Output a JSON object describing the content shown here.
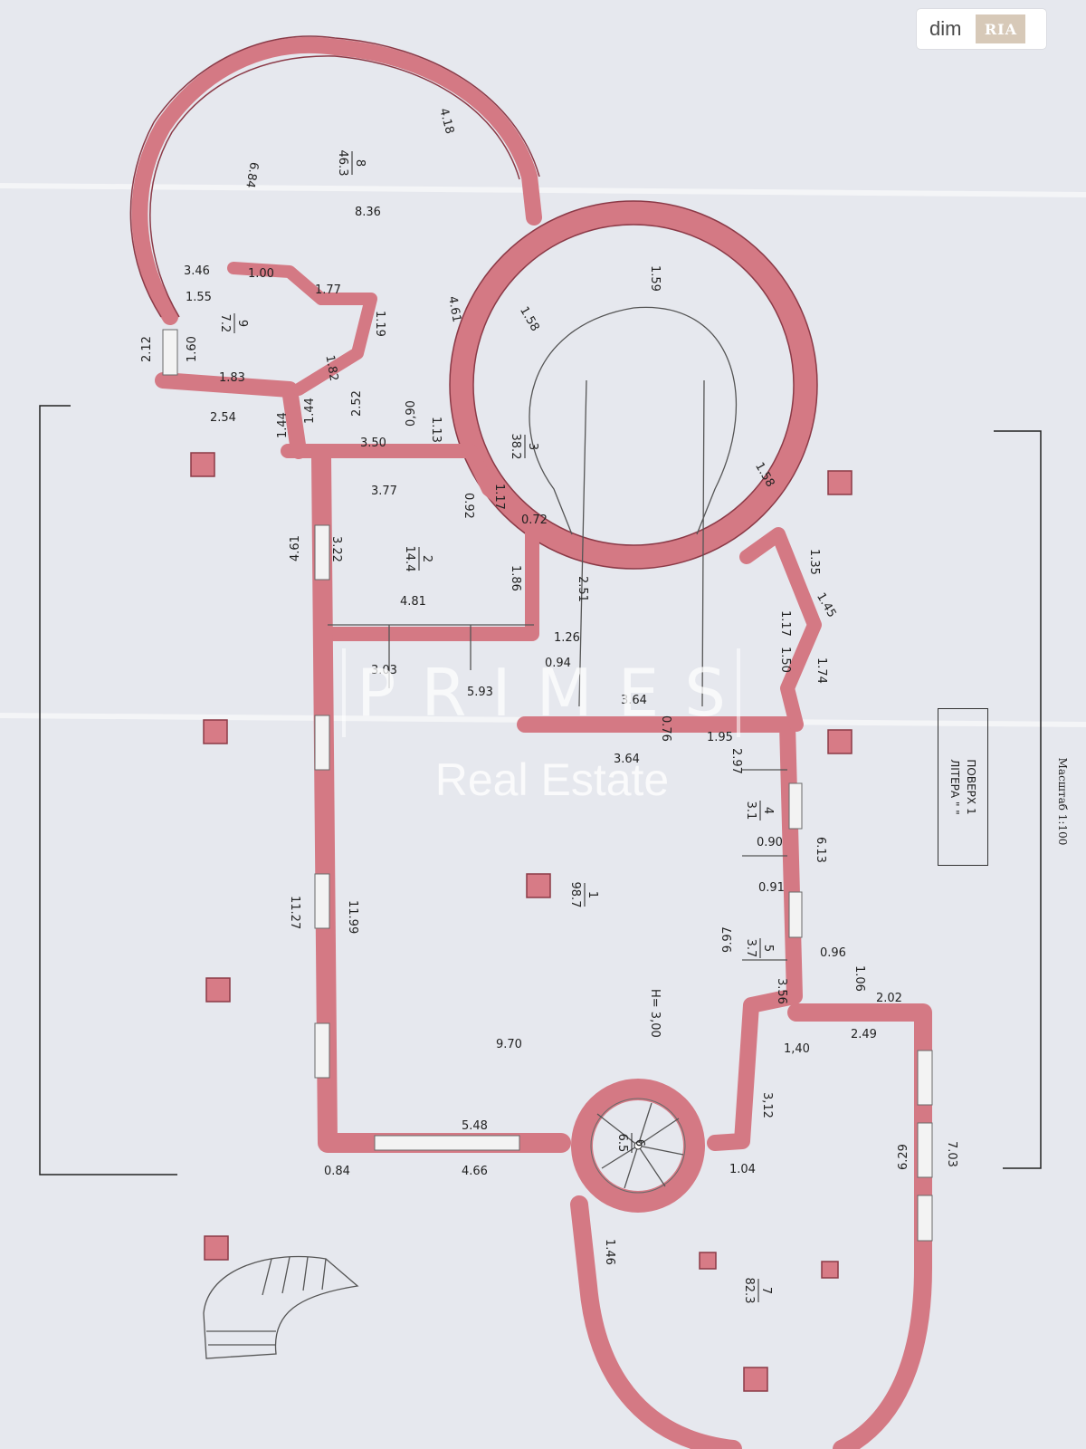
{
  "badge": {
    "dim": "dim",
    "ria": "RIA"
  },
  "watermark": {
    "letters": [
      "P",
      "R",
      "I",
      "M",
      "E",
      "S"
    ],
    "subtitle": "Real Estate"
  },
  "legend": {
    "line1": "ПОВЕРХ 1",
    "line2": "ЛІТЕРА \" \""
  },
  "scale": "Масштаб 1:100",
  "height_note": "H= 3,00",
  "rooms": {
    "r1": {
      "num": "1",
      "area": "98.7"
    },
    "r2": {
      "num": "2",
      "area": "14.4"
    },
    "r3": {
      "num": "3",
      "area": "38.2"
    },
    "r4": {
      "num": "4",
      "area": "3.1"
    },
    "r5": {
      "num": "5",
      "area": "3.7"
    },
    "r6": {
      "num": "6",
      "area": "6.5"
    },
    "r7": {
      "num": "7",
      "area": "82.3"
    },
    "r8": {
      "num": "8",
      "area": "46.3"
    },
    "r9": {
      "num": "9",
      "area": "7.2"
    },
    "r_small_a": "3.03",
    "r_small_b": "5.93"
  },
  "dims": {
    "d418": "4.18",
    "d684": "6.84",
    "d836": "8.36",
    "d346": "3.46",
    "d155": "1.55",
    "d100": "1.00",
    "d177": "1.77",
    "d119": "1.19",
    "d182": "1.82",
    "d183": "1.83",
    "d160": "1.60",
    "d212": "2.12",
    "d254": "2.54",
    "d144a": "1.44",
    "d144b": "1.44",
    "d252": "2.52",
    "d461a": "4.61",
    "d159": "1.59",
    "d158a": "1.58",
    "d158b": "1.58",
    "d090a": "0,90",
    "d113": "1.13",
    "d350": "3.50",
    "d377": "3.77",
    "d092": "0.92",
    "d117a": "1.17",
    "d072": "0.72",
    "d322": "3.22",
    "d461b": "4.61",
    "d186": "1.86",
    "d251": "2.51",
    "d481": "4.81",
    "d126": "1.26",
    "d094": "0.94",
    "d135": "1.35",
    "d145": "1.45",
    "d117b": "1.17",
    "d150": "1.50",
    "d174": "1.74",
    "d364a": "3.64",
    "d076": "0.76",
    "d195": "1.95",
    "d364b": "3.64",
    "d297": "2.97",
    "d090b": "0.90",
    "d613": "6.13",
    "d091": "0.91",
    "d997": "9.97",
    "d096": "0.96",
    "d356": "3.56",
    "d106": "1.06",
    "d202": "2.02",
    "d249": "2.49",
    "d140": "1,40",
    "d1127": "11.27",
    "d1199": "11.99",
    "d970": "9.70",
    "d312": "3,12",
    "d548": "5.48",
    "d466": "4.66",
    "d084": "0.84",
    "d104": "1.04",
    "d629": "6.29",
    "d703": "7.03",
    "d146": "1.46"
  }
}
